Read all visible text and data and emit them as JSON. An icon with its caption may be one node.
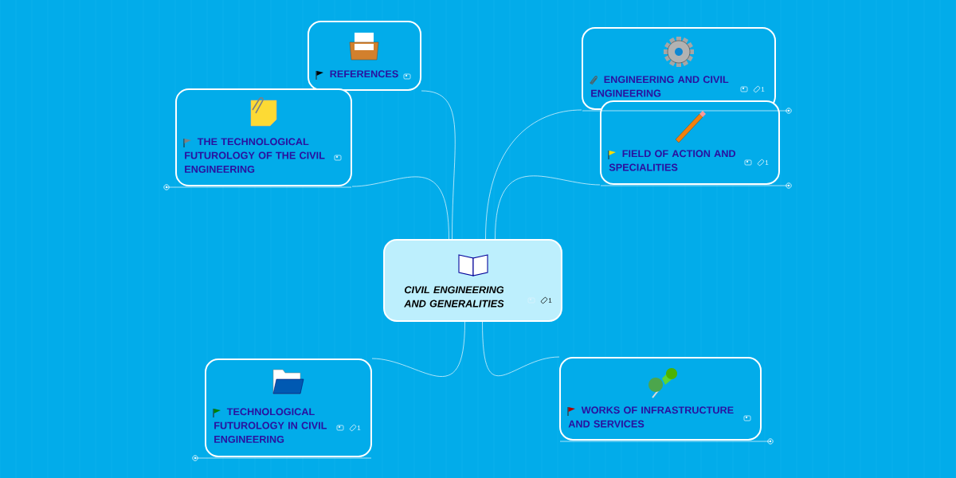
{
  "diagram": {
    "nodes": [
      {
        "text": [
          "CIVIL ENGINEERING AND GENERALITIES",
          "1"
        ]
      },
      {
        "text": [
          "REFERENCES"
        ]
      },
      {
        "text": [
          "ENGINEERING AND CIVIL ENGINEERING",
          "1"
        ]
      },
      {
        "text": [
          "THE TECHNOLOGICAL FUTUROLOGY OF THE CIVIL ENGINEERING"
        ]
      },
      {
        "text": [
          "FIELD OF ACTION AND SPECIALITIES",
          "1"
        ]
      },
      {
        "text": [
          "TECHNOLOGICAL FUTUROLOGY IN CIVIL ENGINEERING",
          "1"
        ]
      },
      {
        "text": [
          "WORKS OF INFRASTRUCTURE AND SERVICES"
        ]
      }
    ],
    "edges": [
      {
        "from": 0,
        "to": 1,
        "arrow": "none"
      },
      {
        "from": 0,
        "to": 2,
        "arrow": "none"
      },
      {
        "from": 0,
        "to": 3,
        "arrow": "none"
      },
      {
        "from": 0,
        "to": 4,
        "arrow": "none"
      },
      {
        "from": 0,
        "to": 5,
        "arrow": "none"
      },
      {
        "from": 0,
        "to": 6,
        "arrow": "none"
      }
    ]
  }
}
